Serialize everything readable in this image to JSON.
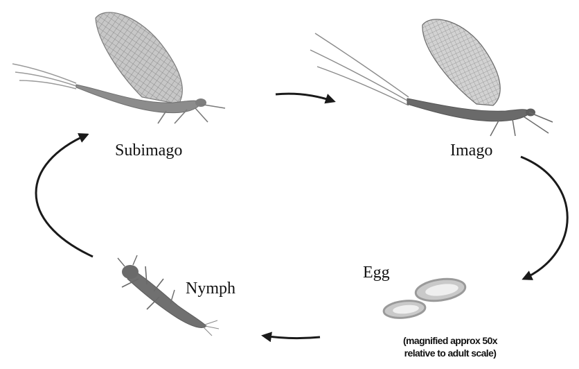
{
  "stages": {
    "subimago": "Subimago",
    "imago": "Imago",
    "egg": "Egg",
    "nymph": "Nymph"
  },
  "egg_note": {
    "line1": "(magnified approx 50x",
    "line2": "relative to adult scale)"
  },
  "colors": {
    "arrow": "#1a1a1a",
    "subimago_body": "#8c8c8c",
    "imago_body": "#6a6a6a",
    "wing_fill": "#bdbdbd",
    "egg_rim": "#9a9a9a",
    "nymph_body": "#707070"
  },
  "icons": {
    "subimago": "mayfly-subimago-illustration",
    "imago": "mayfly-imago-illustration",
    "egg": "mayfly-eggs-illustration",
    "nymph": "mayfly-nymph-illustration"
  }
}
